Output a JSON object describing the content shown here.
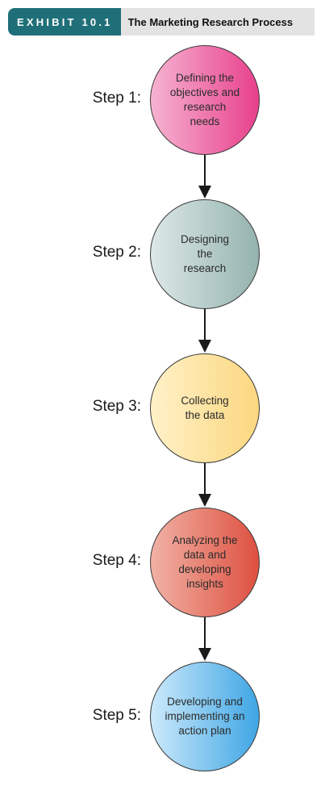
{
  "header": {
    "exhibit": "EXHIBIT 10.1",
    "title": "The Marketing Research Process"
  },
  "steps": [
    {
      "label": "Step 1:",
      "text": "Defining the objectives and research needs",
      "color_from": "#f6b3d1",
      "color_to": "#e8408c"
    },
    {
      "label": "Step 2:",
      "text": "Designing the research",
      "color_from": "#dde8e8",
      "color_to": "#94b3ae"
    },
    {
      "label": "Step 3:",
      "text": "Collecting the data",
      "color_from": "#fff1c8",
      "color_to": "#fbd77f"
    },
    {
      "label": "Step 4:",
      "text": "Analyzing the data and developing insights",
      "color_from": "#f0b2a5",
      "color_to": "#de5040"
    },
    {
      "label": "Step 5:",
      "text": "Developing and implementing an action plan",
      "color_from": "#cce9fb",
      "color_to": "#3fa6e4"
    }
  ]
}
